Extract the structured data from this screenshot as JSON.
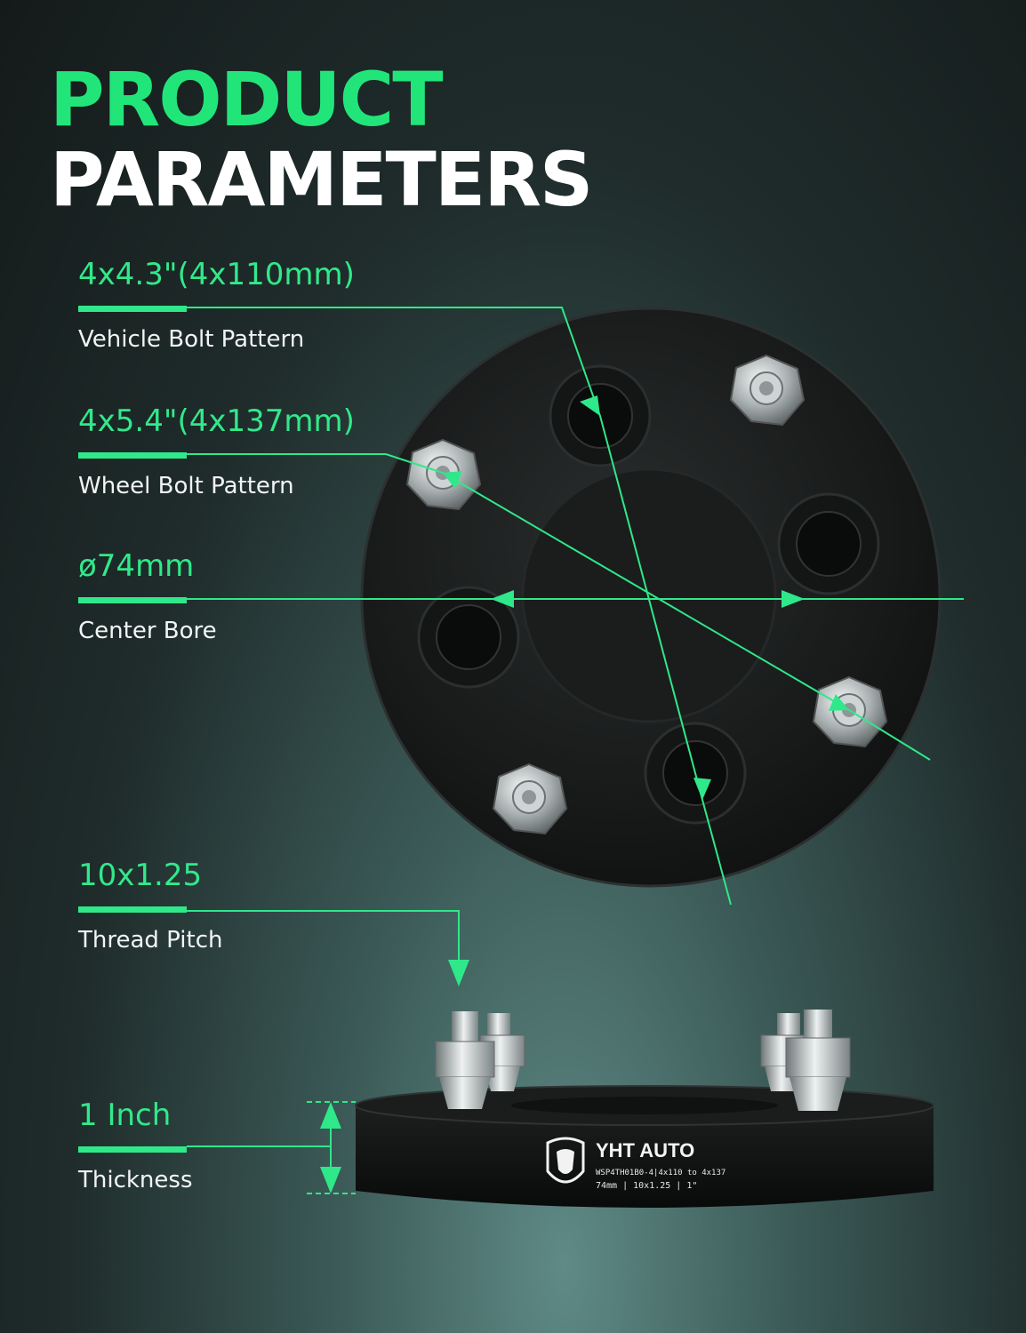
{
  "headline": {
    "line1": "PRODUCT",
    "line2": "PARAMETERS"
  },
  "specs": [
    {
      "value": "4x4.3\"(4x110mm)",
      "label": "Vehicle Bolt Pattern"
    },
    {
      "value": "4x5.4\"(4x137mm)",
      "label": "Wheel Bolt Pattern"
    },
    {
      "value": "ø74mm",
      "label": "Center Bore"
    },
    {
      "value": "10x1.25",
      "label": "Thread Pitch"
    },
    {
      "value": "1 Inch",
      "label": "Thickness"
    }
  ],
  "product": {
    "brand": "YHT AUTO",
    "model_line": "WSP4TH01B0-4|4x110 to 4x137",
    "spec_line": "74mm  |  10x1.25  |  1\""
  },
  "colors": {
    "accent_green": "#2fe88a",
    "headline_green": "#22e57a",
    "spacer_black": "#141616"
  },
  "icons": [
    "lion-logo-icon",
    "lug-nut-icon",
    "stud-hole-icon",
    "arrow-icon"
  ]
}
